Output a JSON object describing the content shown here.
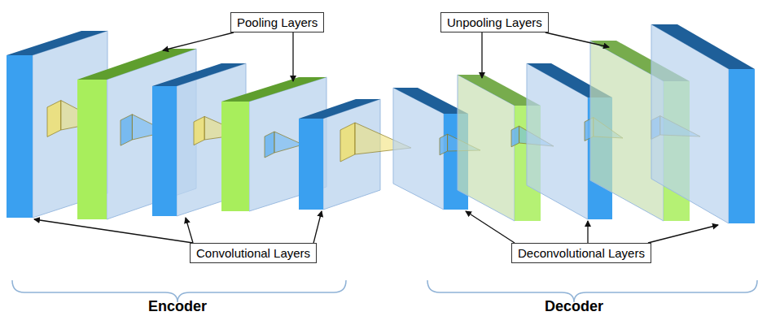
{
  "diagram": {
    "nodes": [
      {
        "text": [
          "Pooling Layers"
        ]
      },
      {
        "text": [
          "Unpooling Layers"
        ]
      },
      {
        "text": [
          "Convolutional Layers"
        ]
      },
      {
        "text": [
          "Deconvolutional Layers"
        ]
      }
    ],
    "labels": [
      "Encoder",
      "Decoder"
    ]
  }
}
